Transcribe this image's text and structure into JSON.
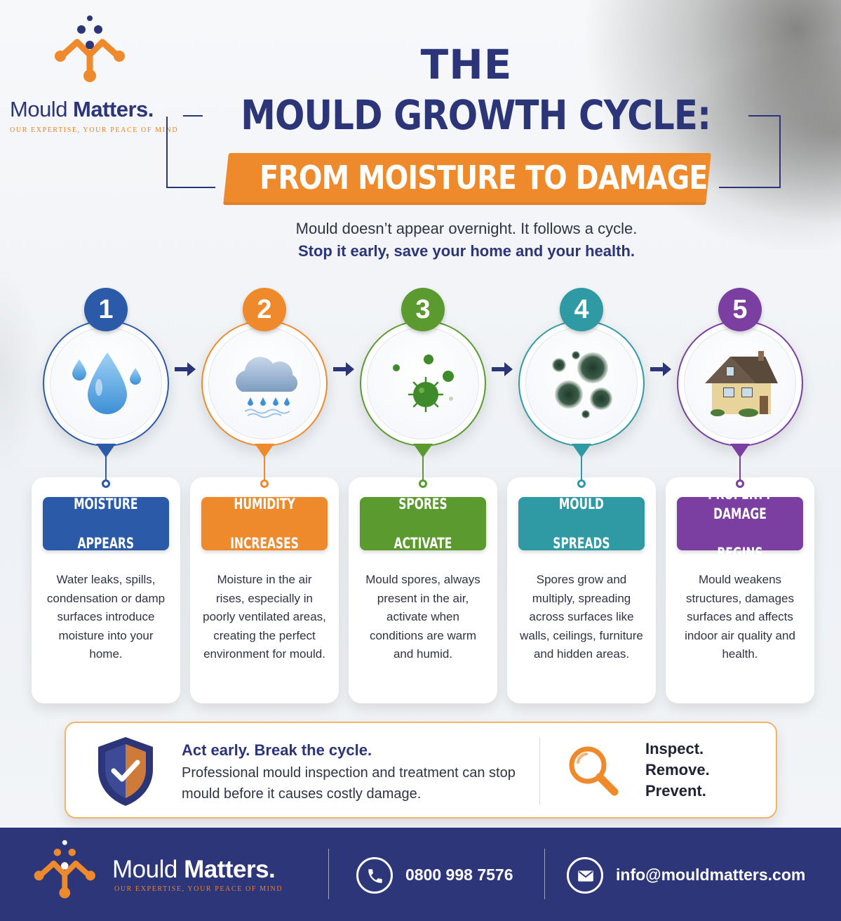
{
  "brand": {
    "name_light": "Mould ",
    "name_bold": "Matters.",
    "tagline": "OUR EXPERTISE, YOUR PEACE OF MIND"
  },
  "title": {
    "line1": "THE",
    "line2": "MOULD GROWTH CYCLE:",
    "banner": "FROM MOISTURE TO DAMAGE"
  },
  "intro": {
    "line1": "Mould doesn’t appear overnight. It follows a cycle.",
    "line2": "Stop it early, save your home and your health."
  },
  "colors": {
    "navy": "#2b3577",
    "orange": "#ef8a2c",
    "step1": "#2b5aa8",
    "step2": "#ef8a2c",
    "step3": "#5a9a2e",
    "step4": "#2f9aa3",
    "step5": "#7a3fa0"
  },
  "steps": [
    {
      "number": "1",
      "label_line1": "MOISTURE",
      "label_line2": "APPEARS",
      "description": "Water leaks, spills, condensation or damp surfaces introduce moisture into your home.",
      "icon": "water-drops-icon",
      "color": "#2b5aa8"
    },
    {
      "number": "2",
      "label_line1": "HUMIDITY",
      "label_line2": "INCREASES",
      "description": "Moisture in the air rises, especially in poorly ventilated areas, creating the perfect environment for mould.",
      "icon": "rain-cloud-icon",
      "color": "#ef8a2c"
    },
    {
      "number": "3",
      "label_line1": "SPORES",
      "label_line2": "ACTIVATE",
      "description": "Mould spores, always present in the air, activate when conditions are warm and humid.",
      "icon": "spores-icon",
      "color": "#5a9a2e"
    },
    {
      "number": "4",
      "label_line1": "MOULD",
      "label_line2": "SPREADS",
      "description": "Spores grow and multiply, spreading across surfaces like walls, ceilings, furniture and hidden areas.",
      "icon": "mould-colonies-icon",
      "color": "#2f9aa3"
    },
    {
      "number": "5",
      "label_line1": "PROPERTY DAMAGE",
      "label_line2": "BEGINS",
      "description": "Mould weakens structures, damages surfaces and affects indoor air quality and health.",
      "icon": "house-icon",
      "color": "#7a3fa0"
    }
  ],
  "cta": {
    "heading": "Act early. Break the cycle.",
    "body": "Professional mould inspection and treatment can stop mould before it causes costly damage.",
    "list": [
      "Inspect.",
      "Remove.",
      "Prevent."
    ]
  },
  "footer": {
    "phone": "0800 998 7576",
    "email": "info@mouldmatters.com"
  }
}
